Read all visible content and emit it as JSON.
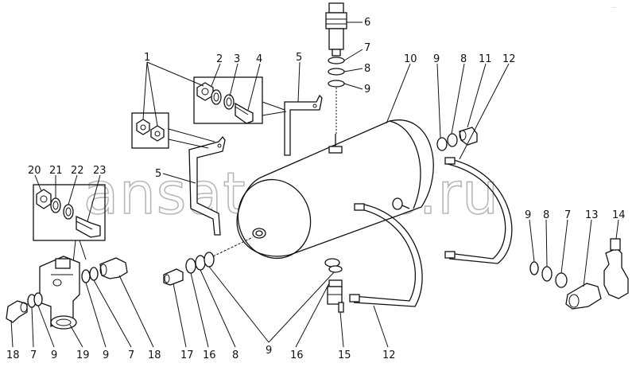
{
  "watermark": "ansat-parts.ru",
  "corner_mark": "...",
  "callouts": [
    {
      "id": "c6",
      "text": "6"
    },
    {
      "id": "c7a",
      "text": "7"
    },
    {
      "id": "c8a",
      "text": "8"
    },
    {
      "id": "c9a",
      "text": "9"
    },
    {
      "id": "c1",
      "text": "1"
    },
    {
      "id": "c2",
      "text": "2"
    },
    {
      "id": "c3",
      "text": "3"
    },
    {
      "id": "c4",
      "text": "4"
    },
    {
      "id": "c5a",
      "text": "5"
    },
    {
      "id": "c10",
      "text": "10"
    },
    {
      "id": "c9b",
      "text": "9"
    },
    {
      "id": "c8b",
      "text": "8"
    },
    {
      "id": "c11",
      "text": "11"
    },
    {
      "id": "c12a",
      "text": "12"
    },
    {
      "id": "c20",
      "text": "20"
    },
    {
      "id": "c21",
      "text": "21"
    },
    {
      "id": "c22",
      "text": "22"
    },
    {
      "id": "c23",
      "text": "23"
    },
    {
      "id": "c5b",
      "text": "5"
    },
    {
      "id": "c9c",
      "text": "9"
    },
    {
      "id": "c8c",
      "text": "8"
    },
    {
      "id": "c7b",
      "text": "7"
    },
    {
      "id": "c13",
      "text": "13"
    },
    {
      "id": "c14",
      "text": "14"
    },
    {
      "id": "c18a",
      "text": "18"
    },
    {
      "id": "c7c",
      "text": "7"
    },
    {
      "id": "c9d",
      "text": "9"
    },
    {
      "id": "c19",
      "text": "19"
    },
    {
      "id": "c9e",
      "text": "9"
    },
    {
      "id": "c7d",
      "text": "7"
    },
    {
      "id": "c18b",
      "text": "18"
    },
    {
      "id": "c17",
      "text": "17"
    },
    {
      "id": "c16a",
      "text": "16"
    },
    {
      "id": "c8d",
      "text": "8"
    },
    {
      "id": "c9f",
      "text": "9"
    },
    {
      "id": "c16b",
      "text": "16"
    },
    {
      "id": "c15",
      "text": "15"
    },
    {
      "id": "c12b",
      "text": "12"
    }
  ]
}
